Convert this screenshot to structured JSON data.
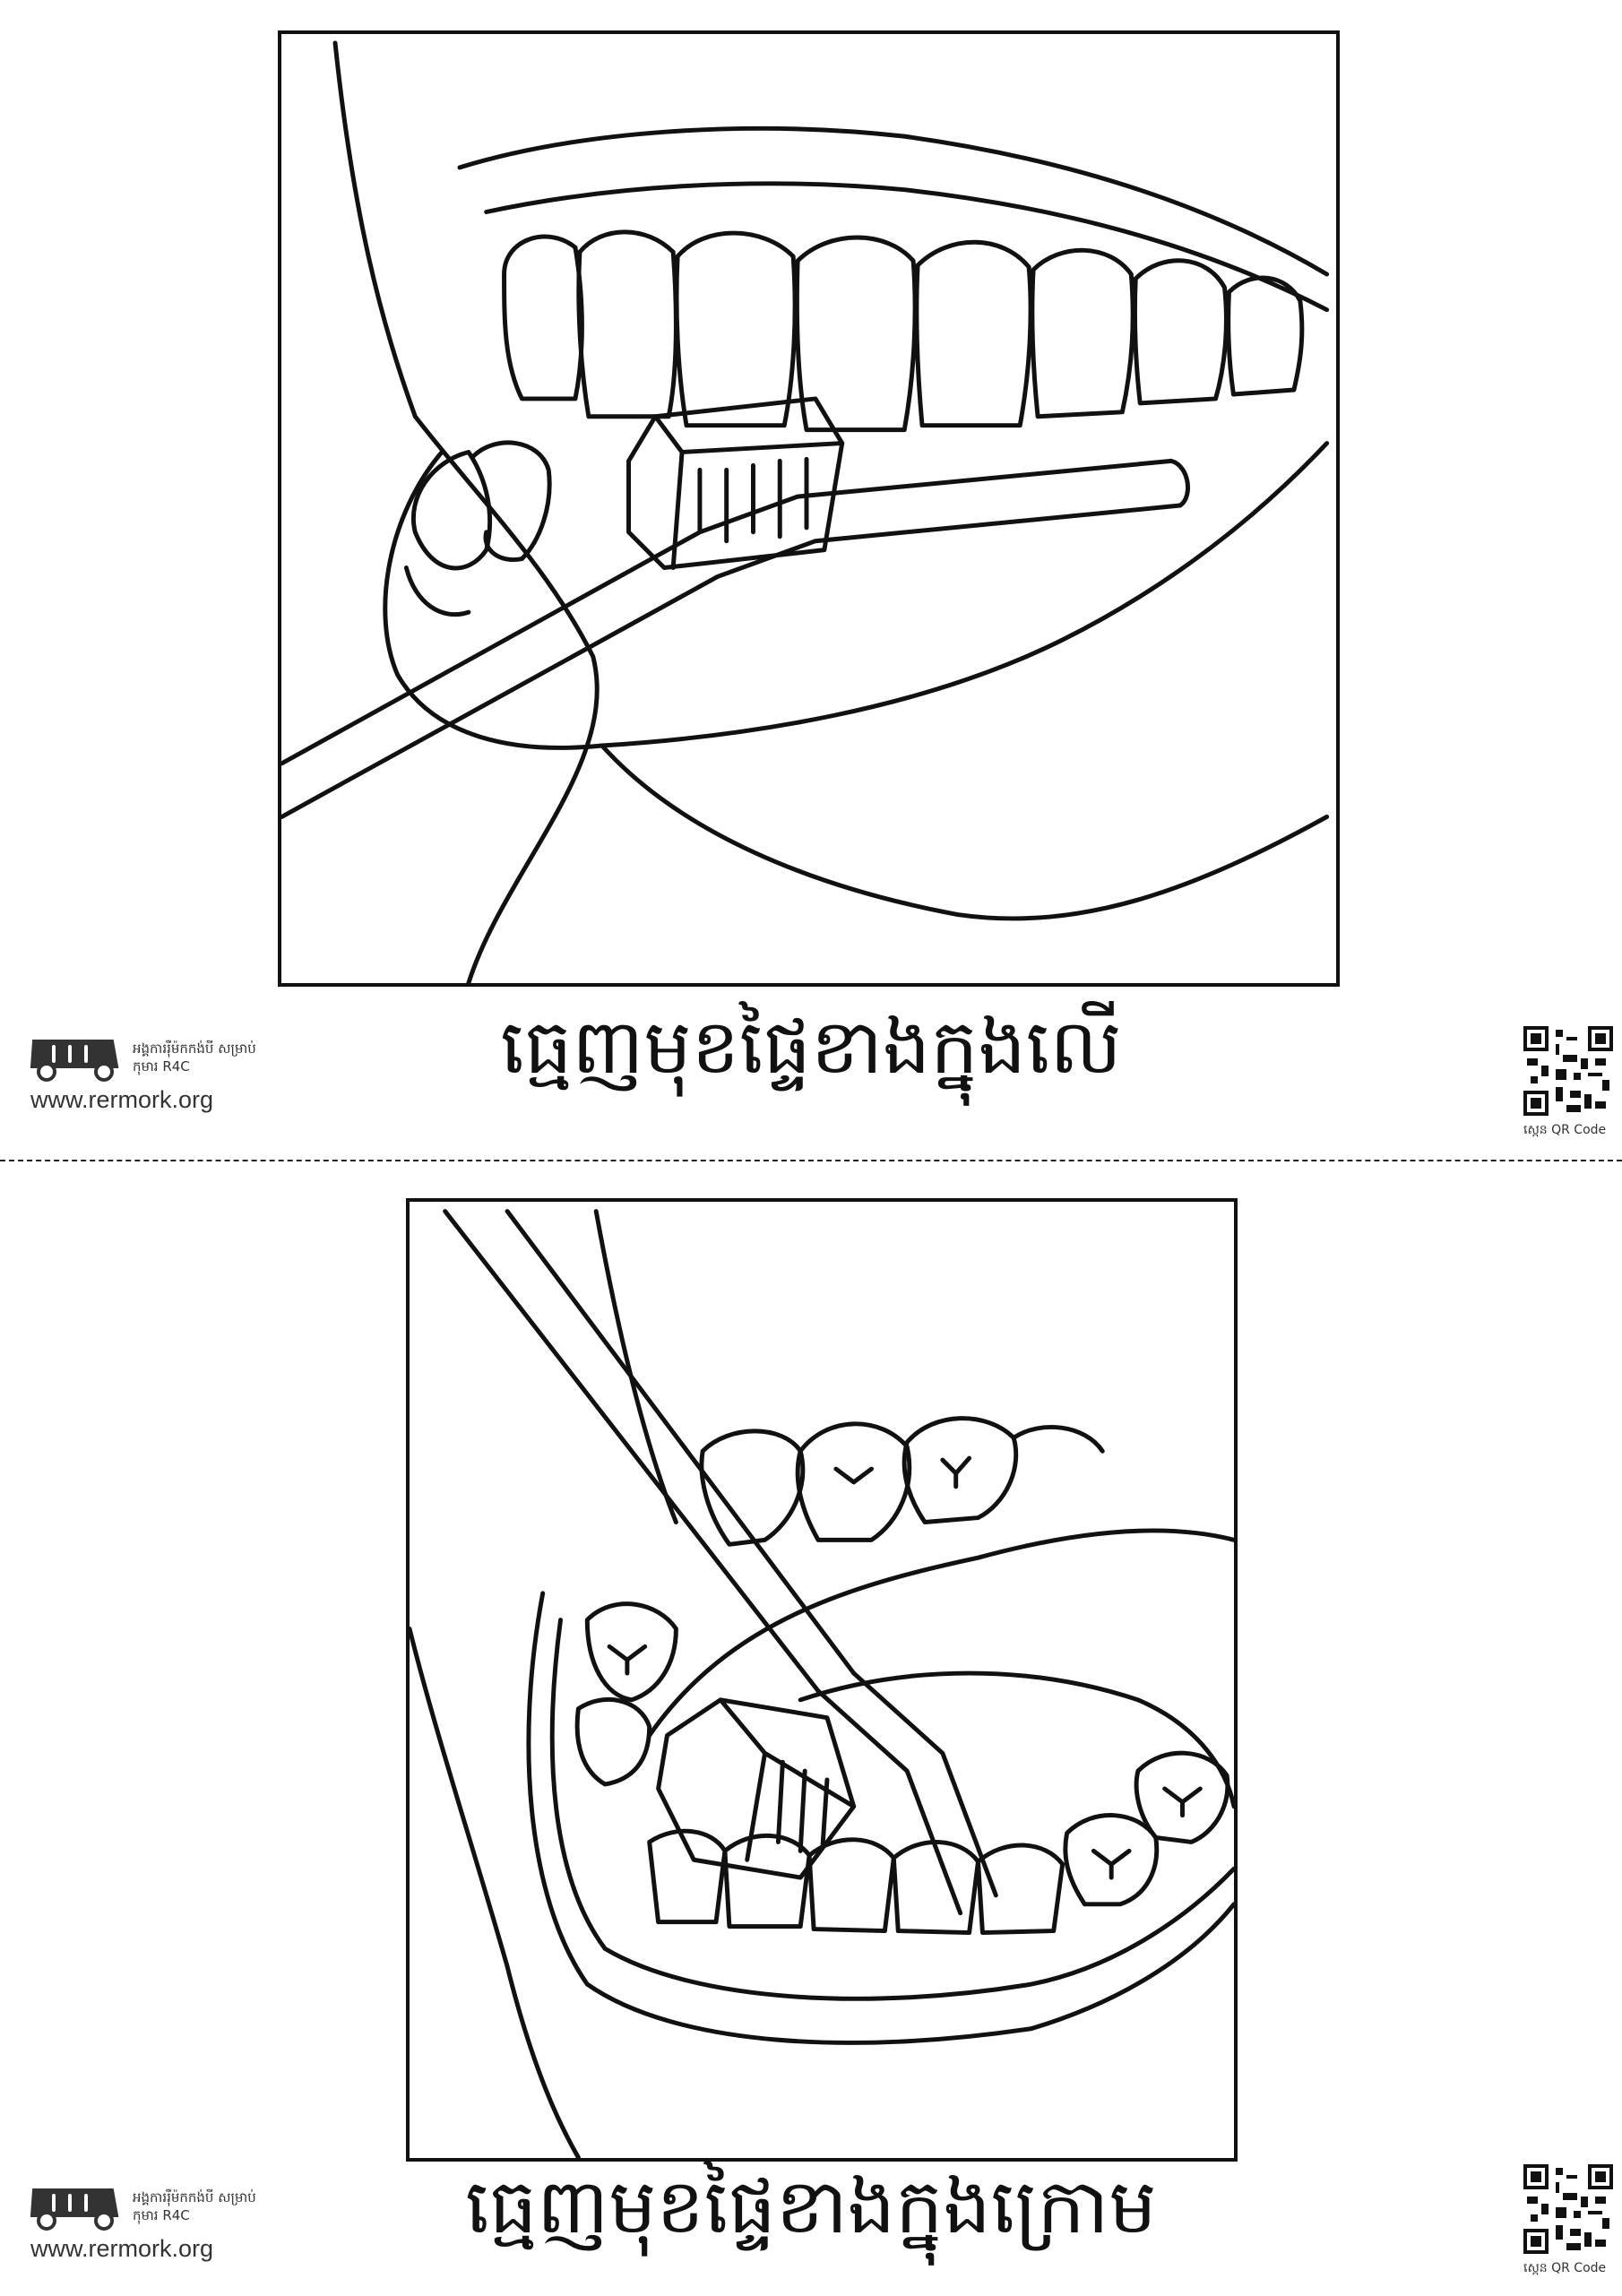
{
  "cards": [
    {
      "caption": "ធ្មេញមុខផ្ទៃខាងក្នុងលើ",
      "org_name": "អង្គការរ៉ឺម៉កកង់បី សម្រាប់កុមារ R4C",
      "website": "www.rermork.org",
      "qr_label": "ស្កេន QR Code"
    },
    {
      "caption": "ធ្មេញមុខផ្ទៃខាងក្នុងក្រោម",
      "org_name": "អង្គការរ៉ឺម៉កកង់បី សម្រាប់កុមារ R4C",
      "website": "www.rermork.org",
      "qr_label": "ស្កេន QR Code"
    }
  ],
  "colors": {
    "line": "#111111",
    "background": "#ffffff"
  },
  "icons": {
    "logo": "tuk-tuk-logo-icon",
    "qr": "qr-code-icon"
  }
}
